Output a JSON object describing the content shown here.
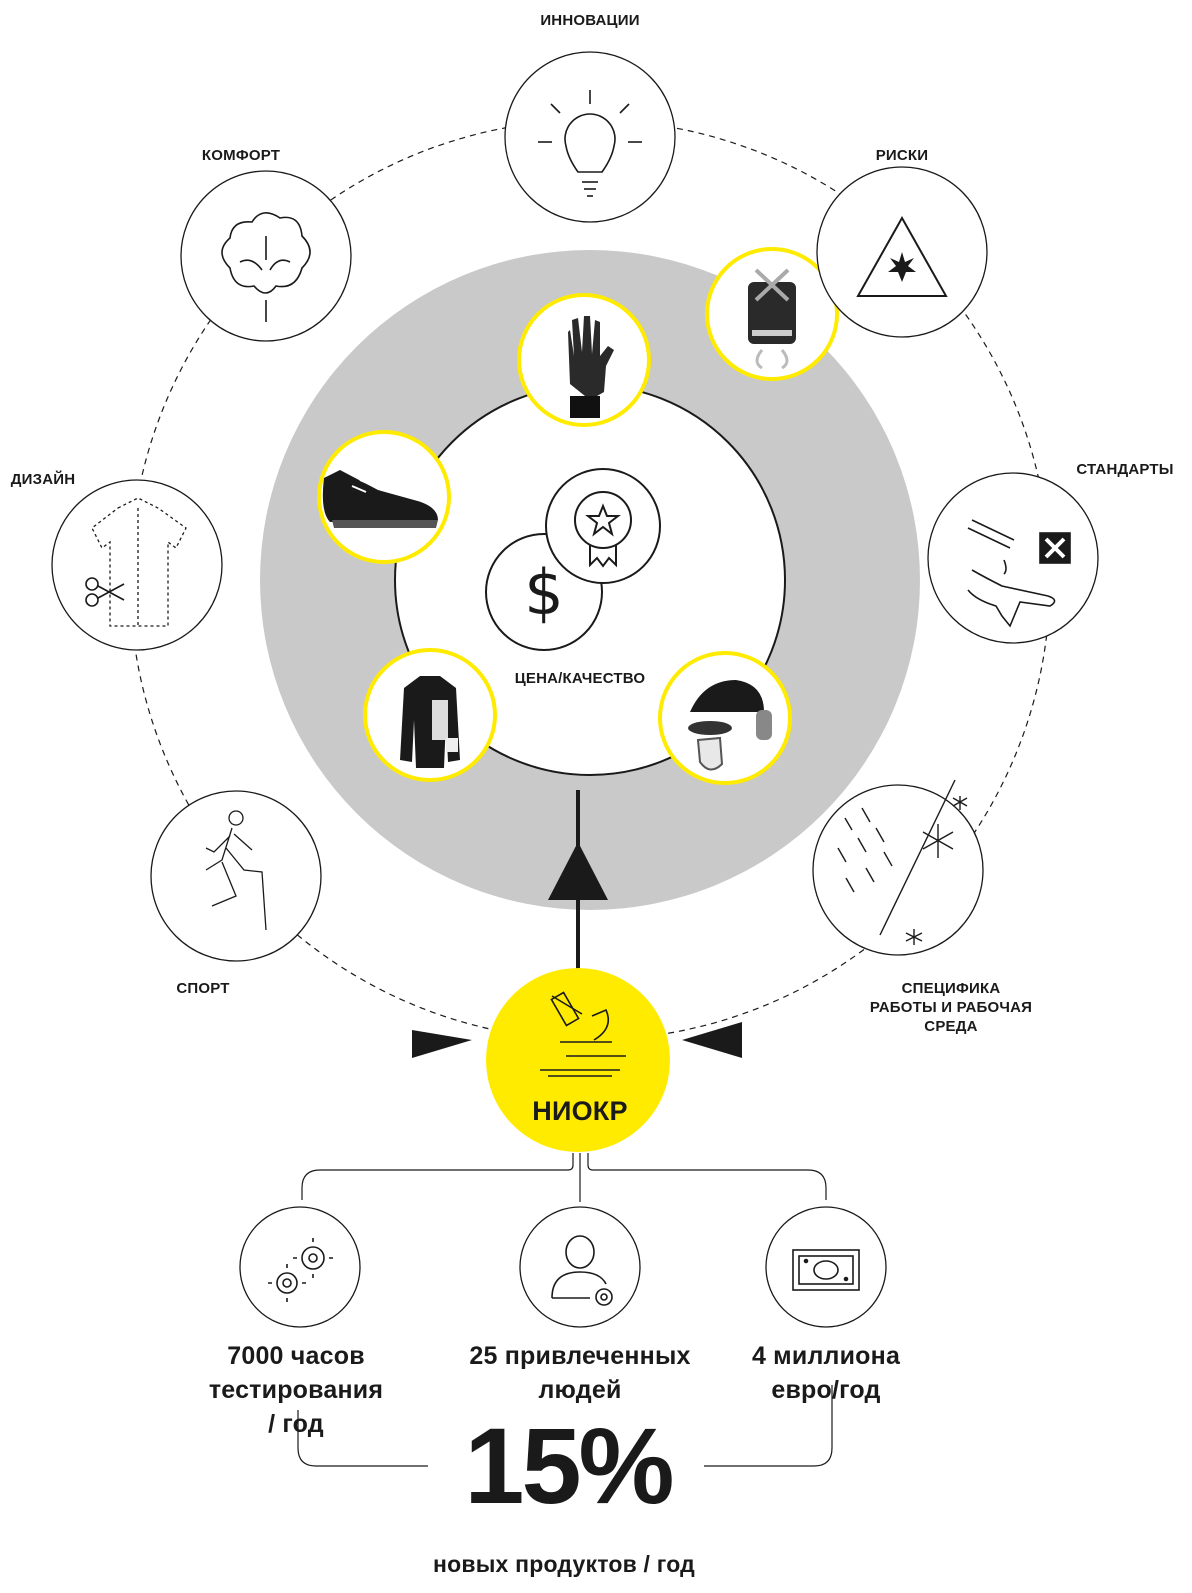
{
  "outer_nodes": {
    "innovations": "ИННОВАЦИИ",
    "risks": "РИСКИ",
    "standards": "СТАНДАРТЫ",
    "environment": "СПЕЦИФИКА\nРАБОТЫ И РАБОЧАЯ\nСРЕДА",
    "sport": "СПОРТ",
    "design": "ДИЗАЙН",
    "comfort": "КОМФОРТ"
  },
  "center": {
    "label": "ЦЕНА/КАЧЕСТВО",
    "products": [
      "glove",
      "harness",
      "helmet-respirator",
      "jacket",
      "shoe"
    ]
  },
  "hub": {
    "label": "НИОКР",
    "icon": "microscope-icon"
  },
  "stats": [
    {
      "text": "7000 часов\nтестирования\n/ год",
      "icon": "gears-icon"
    },
    {
      "text": "25 привлеченных\nлюдей",
      "icon": "person-gear-icon"
    },
    {
      "text": "4 миллиона\nевро/год",
      "icon": "banknote-icon"
    }
  ],
  "result": {
    "value": "15%",
    "caption": "новых продуктов / год"
  },
  "colors": {
    "accent": "#FFEB00",
    "grey": "#C9C9C9",
    "ink": "#1a1a1a"
  }
}
